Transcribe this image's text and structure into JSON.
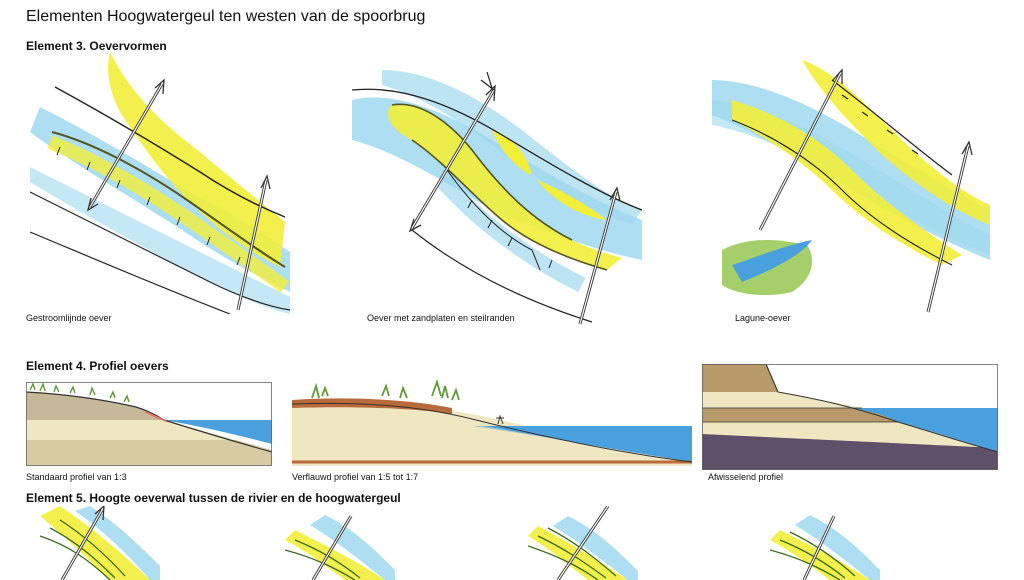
{
  "page": {
    "title": "Elementen Hoogwatergeul ten westen van de spoorbrug"
  },
  "element3": {
    "heading": "Element 3. Oevervormen",
    "captions": [
      "Gestroomlijnde oever",
      "Oever met zandplaten en steilranden",
      "Lagune-oever"
    ]
  },
  "element4": {
    "heading": "Element 4. Profiel oevers",
    "captions": [
      "Standaard profiel van 1:3",
      "Verflauwd profiel van 1:5 tot 1:7",
      "Afwisselend profiel"
    ]
  },
  "element5": {
    "heading": "Element 5. Hoogte oeverwal tussen de rivier en de hoogwatergeul"
  },
  "colors": {
    "water": "#9fd8ee",
    "sand": "#f2ee3a",
    "deep_water": "#4aa0dc",
    "profile_sand": "#efe6c2",
    "profile_brown": "#b89a6a",
    "profile_dark": "#5e4f6a",
    "grass": "#5f9a3a"
  }
}
